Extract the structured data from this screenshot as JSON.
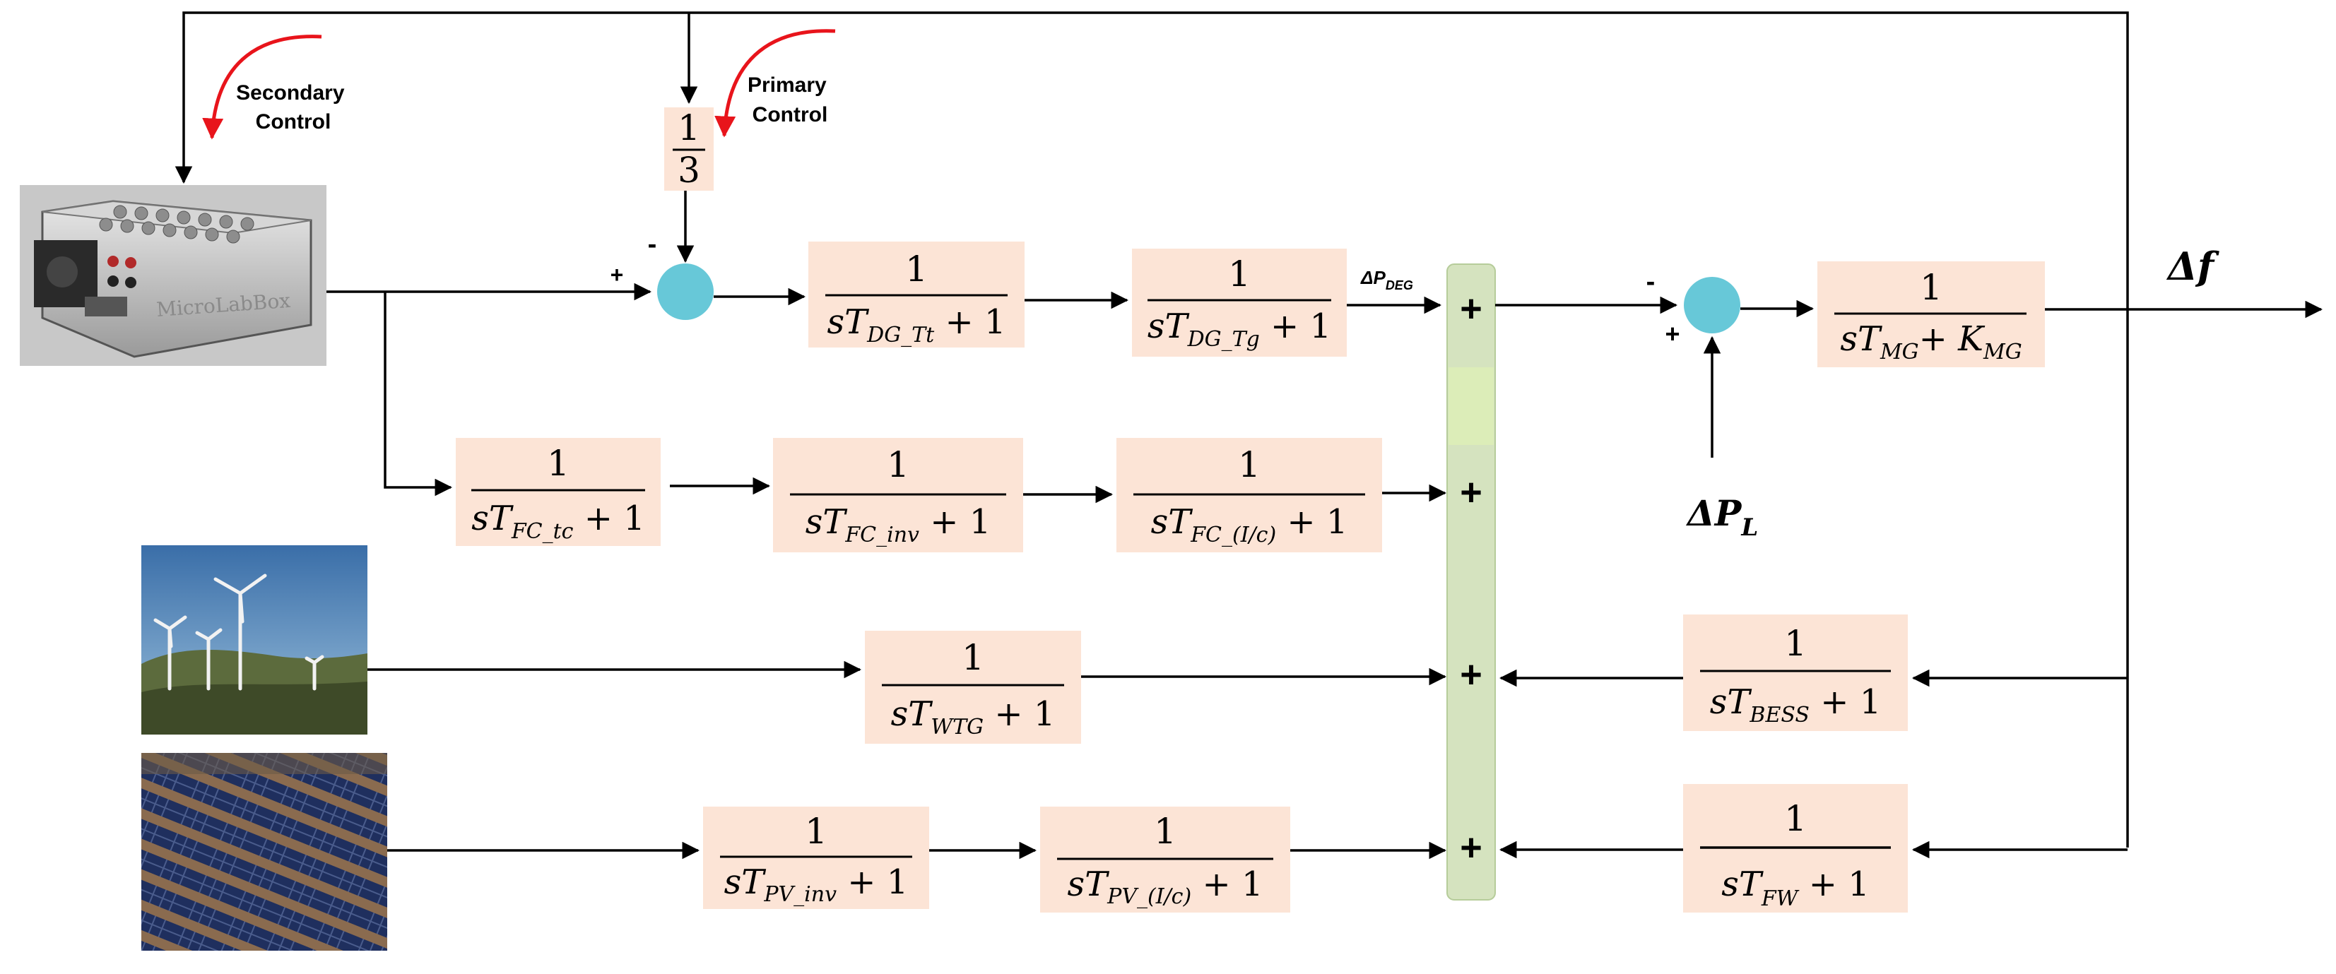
{
  "labels": {
    "secondary_control": [
      "Secondary",
      "Control"
    ],
    "primary_control": [
      "Primary",
      "Control"
    ],
    "delta_p_deg": "ΔP",
    "delta_p_deg_sub": "DEG",
    "delta_p_l": "ΔP",
    "delta_p_l_sub": "L",
    "delta_f": "Δf",
    "device_name": "MicroLabBox",
    "gain_num": "1",
    "gain_den": "3"
  },
  "signs": {
    "summer_top": "-",
    "summer_left": "+",
    "load_summer_left": "-",
    "load_summer_bottom": "+",
    "bus_1": "+",
    "bus_2": "+",
    "bus_3": "+",
    "bus_4": "+"
  },
  "blocks": {
    "dg_tt": {
      "num": "1",
      "den_pre": "sT",
      "den_sub": "DG_Tt",
      "den_post": " + 1"
    },
    "dg_tg": {
      "num": "1",
      "den_pre": "sT",
      "den_sub": "DG_Tg",
      "den_post": " + 1"
    },
    "mg": {
      "num": "1",
      "den_pre": "sT",
      "den_sub": "MG",
      "den_post": " + K",
      "den_sub2": "MG"
    },
    "fc_tc": {
      "num": "1",
      "den_pre": "sT",
      "den_sub": "FC_tc",
      "den_post": " + 1"
    },
    "fc_inv": {
      "num": "1",
      "den_pre": "sT",
      "den_sub": "FC_inv",
      "den_post": " + 1"
    },
    "fc_ic": {
      "num": "1",
      "den_pre": "sT",
      "den_sub": "FC_(I/c)",
      "den_post": " + 1"
    },
    "wtg": {
      "num": "1",
      "den_pre": "sT",
      "den_sub": "WTG",
      "den_post": " + 1"
    },
    "bess": {
      "num": "1",
      "den_pre": "sT",
      "den_sub": "BESS",
      "den_post": " + 1"
    },
    "pv_inv": {
      "num": "1",
      "den_pre": "sT",
      "den_sub": "PV_inv",
      "den_post": " + 1"
    },
    "pv_ic": {
      "num": "1",
      "den_pre": "sT",
      "den_sub": "PV_(I/c)",
      "den_post": " + 1"
    },
    "fw": {
      "num": "1",
      "den_pre": "sT",
      "den_sub": "FW",
      "den_post": " + 1"
    }
  },
  "colors": {
    "block_fill": "#fce4d6",
    "summer_fill": "#67c8d8",
    "bus_fill": "#d5e3bf",
    "bus_highlight": "#dcedb8",
    "control_arrow": "#e8141b"
  }
}
